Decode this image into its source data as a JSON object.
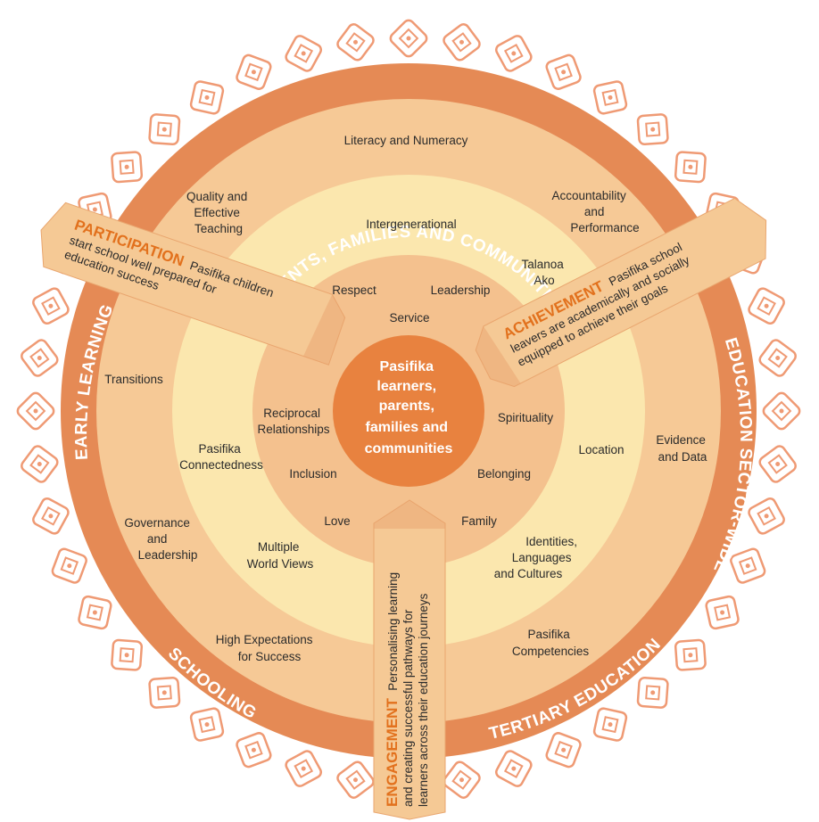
{
  "colors": {
    "outer_ring": "#e58a55",
    "ring_2": "#f6c996",
    "ring_3": "#fbe7ae",
    "ring_4": "#f4c18e",
    "center": "#e8823f",
    "banner": "#f5c995",
    "accent_text": "#e2711d",
    "pattern": "#ef9a74"
  },
  "outer_ring": {
    "top": "PARENTS, FAMILIES AND COMMUNITIES",
    "left": "EARLY LEARNING",
    "right": "EDUCATION SECTOR-WIDE",
    "bottom_left": "SCHOOLING",
    "bottom_right": "TERTIARY EDUCATION"
  },
  "ring_2": {
    "literacy": "Literacy and Numeracy",
    "quality": [
      "Quality and",
      "Effective",
      "Teaching"
    ],
    "accountability": [
      "Accountability",
      "and",
      "Performance"
    ],
    "transitions": "Transitions",
    "evidence": [
      "Evidence",
      "and Data"
    ],
    "governance": [
      "Governance",
      "and",
      "Leadership"
    ],
    "high_expectations": [
      "High Expectations",
      "for Success"
    ],
    "competencies": [
      "Pasifika",
      "Competencies"
    ]
  },
  "ring_3": {
    "intergenerational": "Intergenerational",
    "talanoa": [
      "Talanoa",
      "Ako"
    ],
    "connectedness": [
      "Pasifika",
      "Connectedness"
    ],
    "location": "Location",
    "world_views": [
      "Multiple",
      "World Views"
    ],
    "identities": [
      "Identities,",
      "Languages",
      "and Cultures"
    ]
  },
  "ring_4": {
    "respect": "Respect",
    "leadership": "Leadership",
    "service": "Service",
    "reciprocal": [
      "Reciprocal",
      "Relationships"
    ],
    "spirituality": "Spirituality",
    "inclusion": "Inclusion",
    "belonging": "Belonging",
    "love": "Love",
    "family": "Family"
  },
  "center": [
    "Pasifika",
    "learners,",
    "parents,",
    "families and",
    "communities"
  ],
  "banners": {
    "participation": {
      "title": "PARTICIPATION",
      "line1": "Pasifika children",
      "line2": "start school well prepared for",
      "line3": "education success"
    },
    "achievement": {
      "title": "ACHIEVEMENT",
      "line1": "Pasifika school",
      "line2": "leavers are academically and socially",
      "line3": "equipped to achieve their goals"
    },
    "engagement": {
      "title": "ENGAGEMENT",
      "line1": "Personalising learning",
      "line2": "and creating successful pathways for",
      "line3": "learners across their education journeys"
    }
  }
}
